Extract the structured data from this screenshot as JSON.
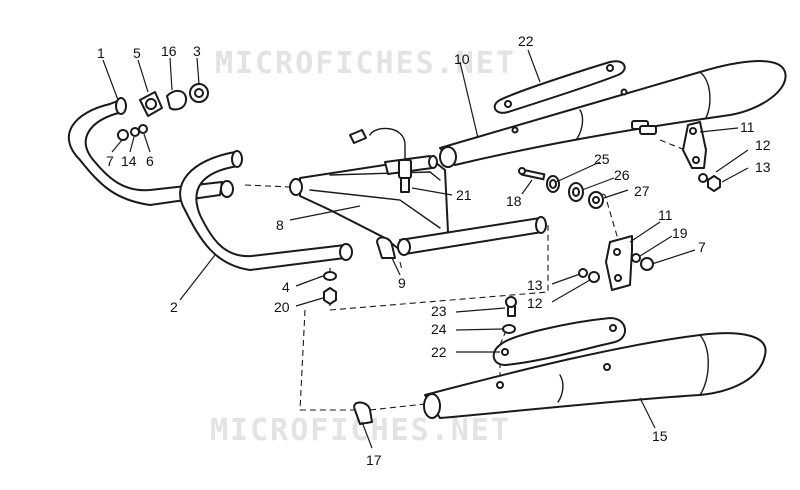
{
  "watermark": {
    "top": "MICROFICHES.NET",
    "bottom": "MICROFICHES.NET"
  },
  "callouts": {
    "c1": "1",
    "c2": "2",
    "c3": "3",
    "c4": "4",
    "c5": "5",
    "c6": "6",
    "c7a": "7",
    "c7b": "7",
    "c8": "8",
    "c9": "9",
    "c10": "10",
    "c11a": "11",
    "c11b": "11",
    "c12a": "12",
    "c12b": "12",
    "c13a": "13",
    "c13b": "13",
    "c14": "14",
    "c15": "15",
    "c16": "16",
    "c17": "17",
    "c18": "18",
    "c19": "19",
    "c20": "20",
    "c21": "21",
    "c22a": "22",
    "c22b": "22",
    "c23": "23",
    "c24": "24",
    "c25": "25",
    "c26": "26",
    "c27": "27"
  },
  "colors": {
    "line": "#1a1a1a",
    "watermark": "#e3e3e3",
    "background": "#ffffff"
  }
}
